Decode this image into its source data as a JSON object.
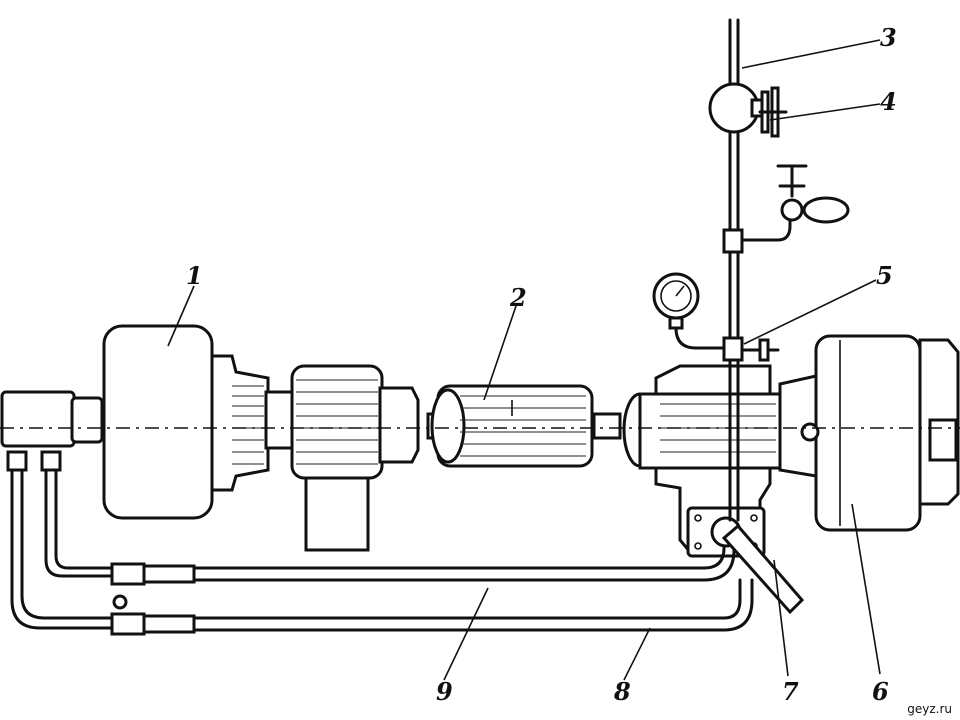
{
  "callouts": [
    "1",
    "2",
    "3",
    "4",
    "5",
    "6",
    "7",
    "8",
    "9"
  ],
  "watermark": "geyz.ru"
}
